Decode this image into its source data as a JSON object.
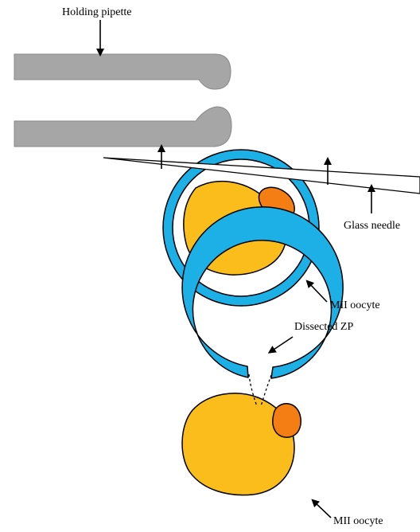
{
  "labels": {
    "holding_pipette": "Holding pipette",
    "glass_needle": "Glass needle",
    "oocyte_top": "MII oocyte",
    "dissected_zp": "Dissected ZP",
    "oocyte_bottom": "MII oocyte"
  },
  "colors": {
    "pipette": "#a6a6a6",
    "zona_pellucida": "#1db0e6",
    "cytoplasm": "#fbbd1b",
    "polar_body": "#f57e14",
    "outline": "#000000"
  }
}
